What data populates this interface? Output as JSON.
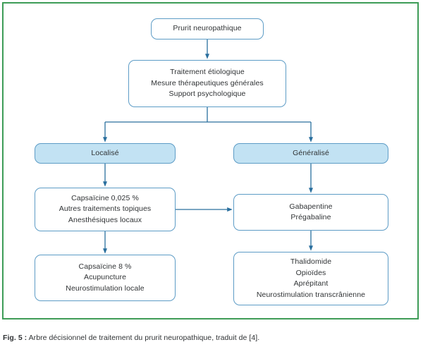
{
  "figure": {
    "caption_label": "Fig. 5 :",
    "caption_text": "Arbre décisionnel de traitement du prurit neuropathique, traduit de [4]."
  },
  "colors": {
    "frame_border": "#3e9c57",
    "node_border": "#5d9cc6",
    "node_fill": "#ffffff",
    "highlight_fill": "#c2e2f3",
    "connector": "#2a6f9e",
    "text": "#2f3234"
  },
  "nodes": {
    "root": {
      "lines": [
        "Prurit neuropathique"
      ]
    },
    "general_measures": {
      "lines": [
        "Traitement étiologique",
        "Mesure thérapeutiques générales",
        "Support psychologique"
      ]
    },
    "localise": {
      "lines": [
        "Localisé"
      ]
    },
    "generalise": {
      "lines": [
        "Généralisé"
      ]
    },
    "topiques": {
      "lines": [
        "Capsaïcine 0,025 %",
        "Autres traitements topiques",
        "Anesthésiques locaux"
      ]
    },
    "gabapentine": {
      "lines": [
        "Gabapentine",
        "Prégabaline"
      ]
    },
    "capsaicine8": {
      "lines": [
        "Capsaïcine 8 %",
        "Acupuncture",
        "Neurostimulation locale"
      ]
    },
    "thalidomide": {
      "lines": [
        "Thalidomide",
        "Opioïdes",
        "Aprépitant",
        "Neurostimulation transcrânienne"
      ]
    }
  }
}
